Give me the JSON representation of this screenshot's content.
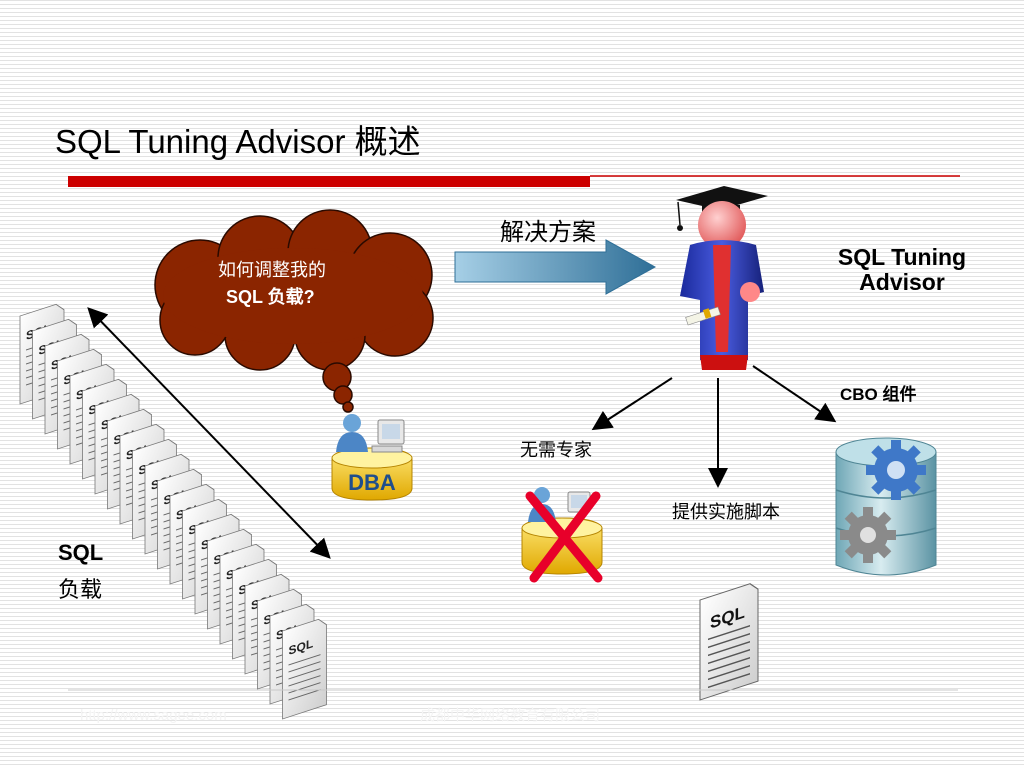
{
  "slide": {
    "title": "SQL Tuning Advisor 概述",
    "colors": {
      "accent_red": "#cc0000",
      "thought_cloud": "#8b2500",
      "arrow_blue": "#3d7fa8",
      "dba_text": "#1f4e8c",
      "cross_red": "#e8002a",
      "stripe": "#e2e2e2"
    }
  },
  "thought_bubble": {
    "line1": "如何调整我的",
    "line2": "SQL 负载?"
  },
  "solution_arrow": {
    "label": "解决方案"
  },
  "advisor": {
    "line1": "SQL Tuning",
    "line2": "Advisor",
    "icon": "graduate-figure-icon"
  },
  "dba": {
    "label": "DBA",
    "icon": "dba-workstation-icon"
  },
  "workload": {
    "line1": "SQL",
    "line2": "负载",
    "doc_label": "SQL",
    "doc_count": 22
  },
  "outcomes": {
    "no_expert": "无需专家",
    "scripts": "提供实施脚本",
    "cbo": "CBO 组件"
  },
  "script_doc": {
    "label": "SQL"
  },
  "footer": {
    "left": "http://www.sagee.com",
    "center": "成都中华网络教育有限公司"
  }
}
